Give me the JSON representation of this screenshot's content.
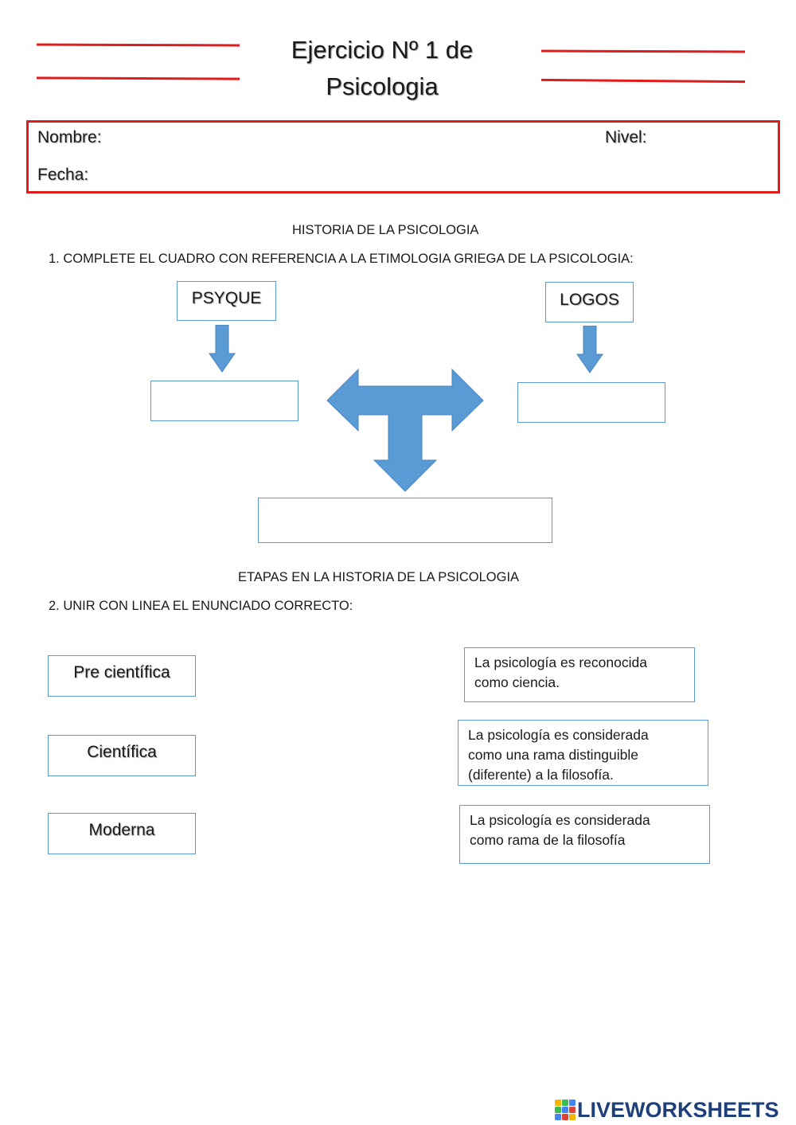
{
  "title": {
    "line1": "Ejercicio Nº 1 de",
    "line2": "Psicologia"
  },
  "student_info": {
    "name_label": "Nombre:",
    "level_label": "Nivel:",
    "date_label": "Fecha:"
  },
  "section1": {
    "heading": "HISTORIA DE LA PSICOLOGIA",
    "instruction": "1. COMPLETE EL CUADRO CON REFERENCIA A LA ETIMOLOGIA GRIEGA DE LA PSICOLOGIA:",
    "word_left": "PSYQUE",
    "word_right": "LOGOS"
  },
  "section2": {
    "heading": "ETAPAS EN LA HISTORIA DE LA PSICOLOGIA",
    "instruction": "2. UNIR CON LINEA EL ENUNCIADO CORRECTO:",
    "stages": [
      "Pre científica",
      "Científica",
      "Moderna"
    ],
    "descriptions": [
      {
        "line1": "La psicología es reconocida",
        "line2": "como ciencia.",
        "line3": ""
      },
      {
        "line1": "La psicología es considerada",
        "line2": "como una rama distinguible",
        "line3": "(diferente) a la filosofía."
      },
      {
        "line1": "La psicología es considerada",
        "line2": "como rama de la filosofía",
        "line3": ""
      }
    ]
  },
  "colors": {
    "accent_red": "#e21b1b",
    "box_blue": "#5b9bd5",
    "arrow_blue": "#5b9bd5"
  },
  "logo": {
    "text": "LIVEWORKSHEETS",
    "icon": "liveworksheets-logo-icon"
  }
}
